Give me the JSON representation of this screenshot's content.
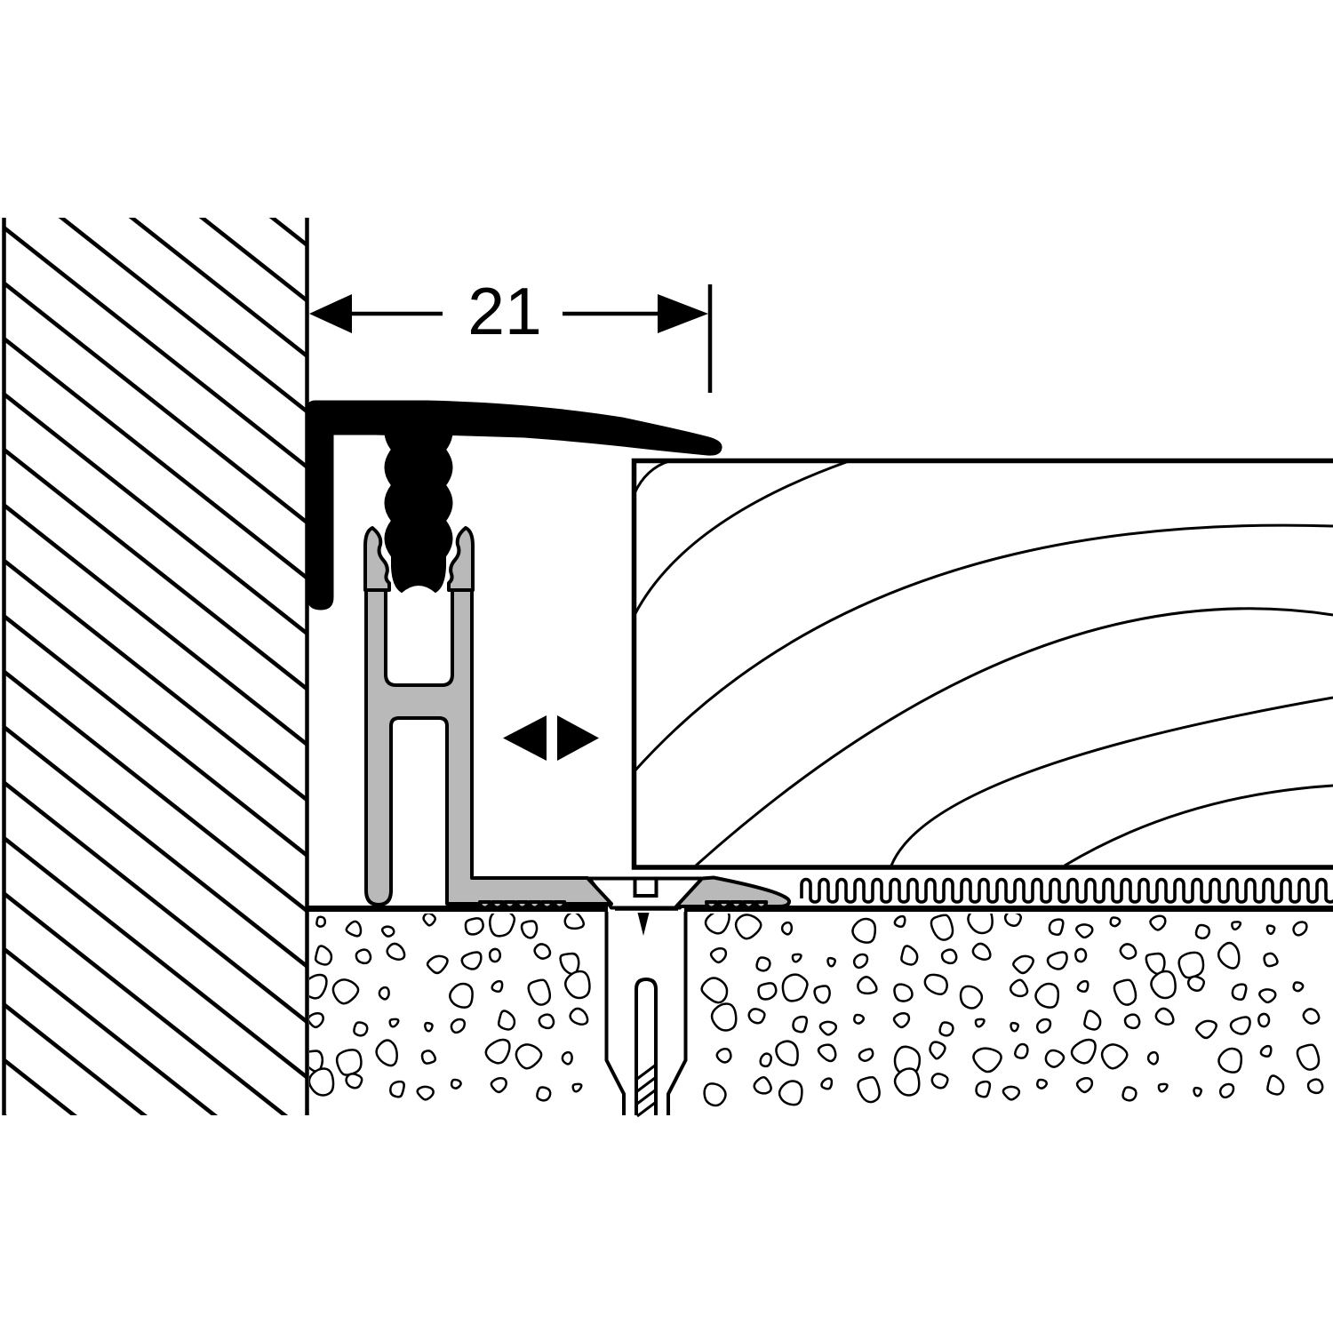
{
  "drawing": {
    "kind": "technical-cross-section",
    "dimension": {
      "label": "21"
    },
    "colors": {
      "line": "#000000",
      "profile_gray": "#b9b9b9",
      "background": "#ffffff"
    },
    "parts": [
      "wall-hatched",
      "dimension-21",
      "top-profile-cap",
      "threaded-stem",
      "base-profile-clip",
      "base-profile-foot",
      "adjustment-arrows",
      "parquet-floorboard",
      "underlay-squiggle",
      "screed-surface",
      "concrete-aggregate",
      "countersunk-screw",
      "wall-plug"
    ]
  }
}
